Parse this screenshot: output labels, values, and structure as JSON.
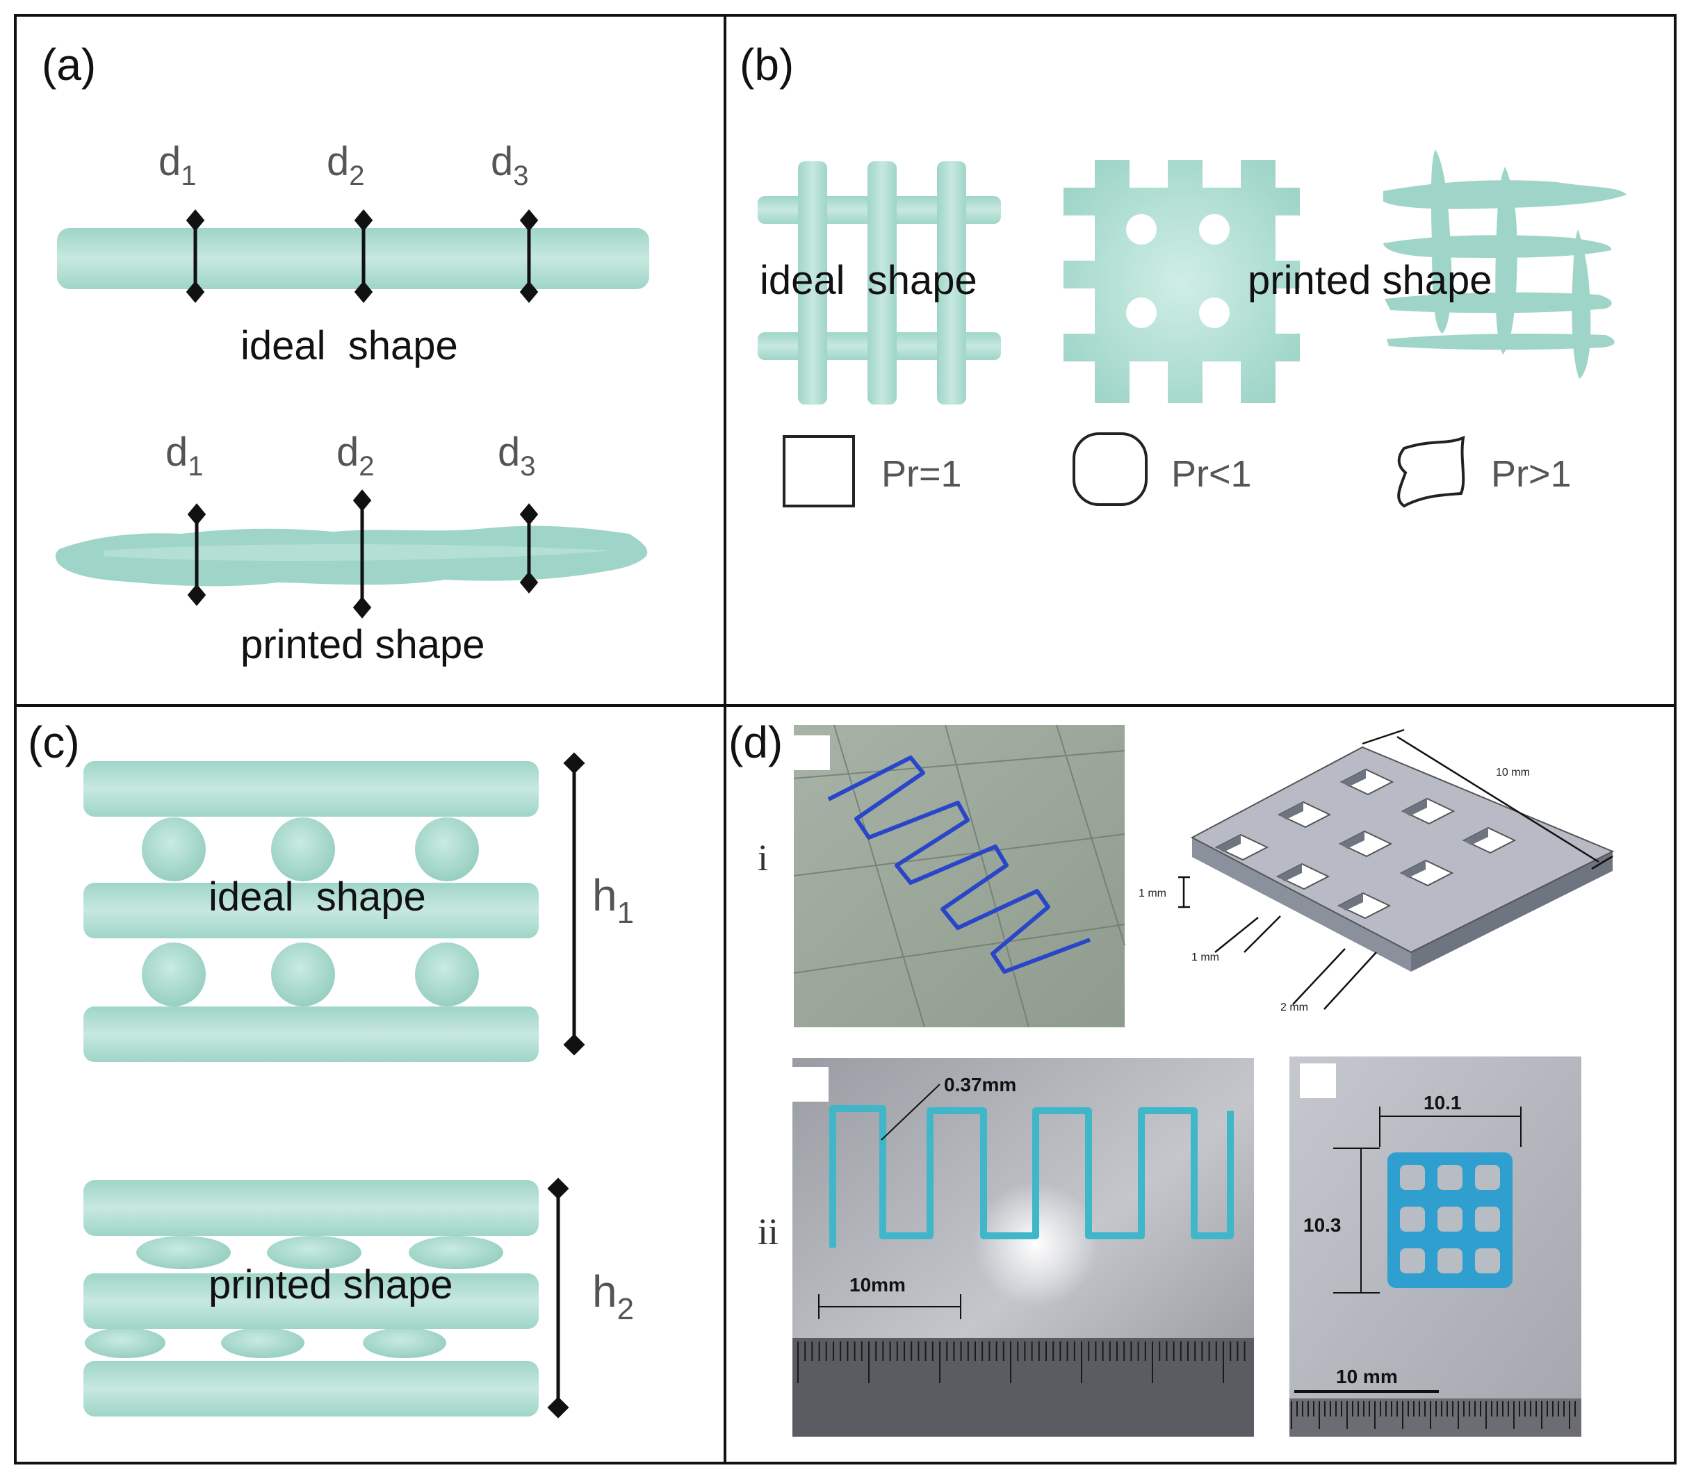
{
  "panel_a": {
    "label": "(a)",
    "d1": "d",
    "d1_sub": "1",
    "d2": "d",
    "d2_sub": "2",
    "d3": "d",
    "d3_sub": "3",
    "ideal_caption": "ideal  shape",
    "printed_caption": "printed shape"
  },
  "panel_b": {
    "label": "(b)",
    "ideal_caption": "ideal  shape",
    "printed_caption": "printed shape",
    "pr_equal": "Pr=1",
    "pr_less": "Pr<1",
    "pr_greater": "Pr>1"
  },
  "panel_c": {
    "label": "(c)",
    "ideal_caption": "ideal  shape",
    "printed_caption": "printed shape",
    "h1": "h",
    "h1_sub": "1",
    "h2": "h",
    "h2_sub": "2"
  },
  "panel_d": {
    "label": "(d)",
    "row_i": "i",
    "row_ii": "ii",
    "cad_size": "10 mm",
    "cad_thickness": "1 mm",
    "cad_strand": "1 mm",
    "cad_pore": "2 mm",
    "line_width": "0.37mm",
    "line_scale": "10mm",
    "grid_width": "10.1",
    "grid_height": "10.3",
    "grid_scale": "10 mm"
  },
  "colors": {
    "gel": "#9fd5c8",
    "gel_light": "#c3e6dc",
    "print_blue": "#2a46c8",
    "cyan_print": "#3fb7c9"
  }
}
